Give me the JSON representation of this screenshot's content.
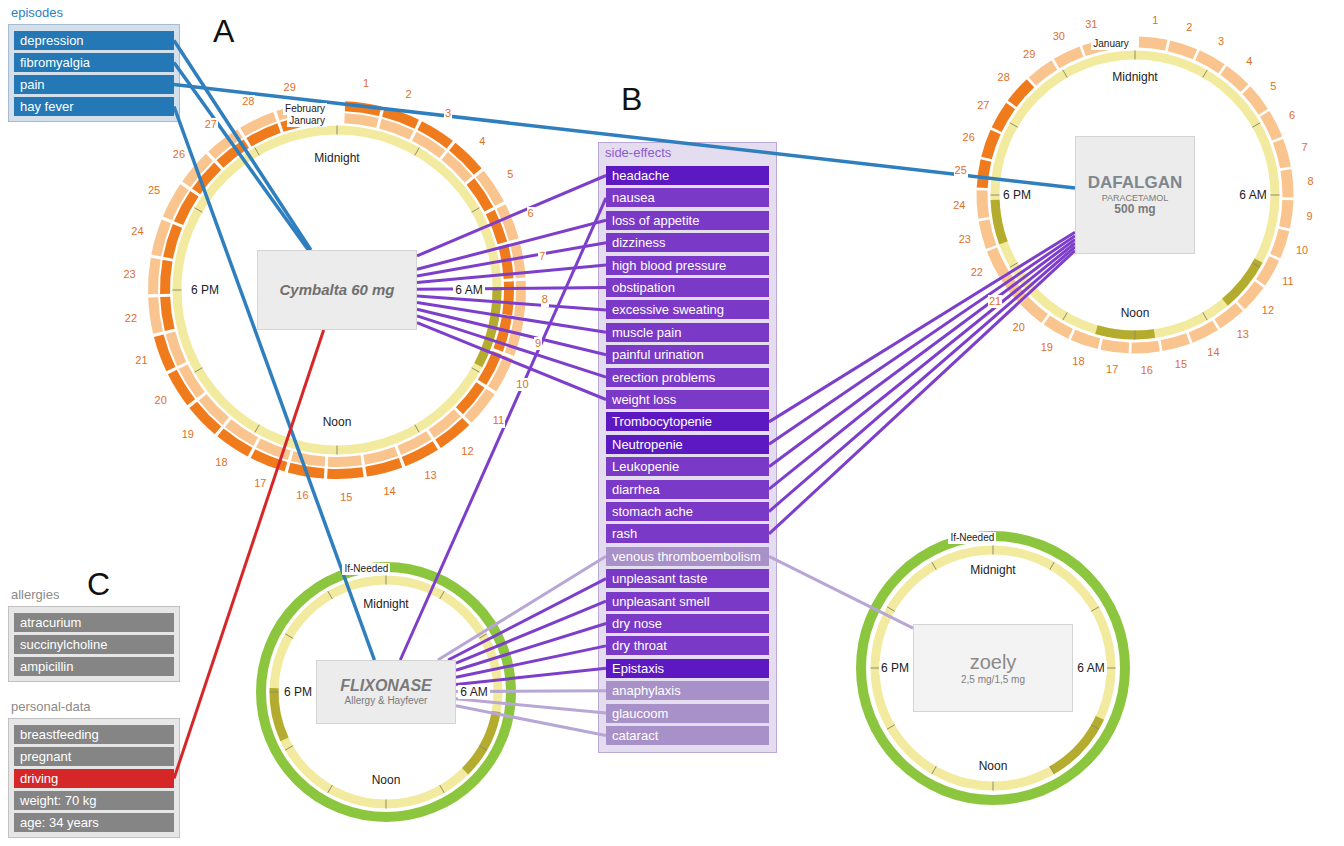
{
  "diagram": {
    "nodes": [
      {
        "text": [
          "episodes"
        ]
      },
      {
        "text": [
          "depression"
        ],
        "in": 0
      },
      {
        "text": [
          "fibromyalgia"
        ],
        "in": 0
      },
      {
        "text": [
          "pain"
        ],
        "in": 0
      },
      {
        "text": [
          "hay fever"
        ],
        "in": 0
      },
      {
        "text": [
          "February",
          "January",
          "Midnight",
          "6 AM",
          "Noon",
          "6 PM"
        ]
      },
      {
        "text": [
          "Cymbalta 60 mg"
        ],
        "in": 5
      },
      {
        "text": [
          "side-effects"
        ]
      },
      {
        "text": [
          "headache"
        ],
        "in": 7
      },
      {
        "text": [
          "nausea"
        ],
        "in": 7
      },
      {
        "text": [
          "loss of appetite"
        ],
        "in": 7
      },
      {
        "text": [
          "dizziness"
        ],
        "in": 7
      },
      {
        "text": [
          "high blood pressure"
        ],
        "in": 7
      },
      {
        "text": [
          "obstipation"
        ],
        "in": 7
      },
      {
        "text": [
          "excessive sweating"
        ],
        "in": 7
      },
      {
        "text": [
          "muscle pain"
        ],
        "in": 7
      },
      {
        "text": [
          "painful urination"
        ],
        "in": 7
      },
      {
        "text": [
          "erection problems"
        ],
        "in": 7
      },
      {
        "text": [
          "weight loss"
        ],
        "in": 7
      },
      {
        "text": [
          "Trombocytopenie"
        ],
        "in": 7
      },
      {
        "text": [
          "Neutropenie"
        ],
        "in": 7
      },
      {
        "text": [
          "Leukopenie"
        ],
        "in": 7
      },
      {
        "text": [
          "diarrhea"
        ],
        "in": 7
      },
      {
        "text": [
          "stomach ache"
        ],
        "in": 7
      },
      {
        "text": [
          "rash"
        ],
        "in": 7
      },
      {
        "text": [
          "venous thromboembolism"
        ],
        "in": 7
      },
      {
        "text": [
          "unpleasant taste"
        ],
        "in": 7
      },
      {
        "text": [
          "unpleasant smell"
        ],
        "in": 7
      },
      {
        "text": [
          "dry nose"
        ],
        "in": 7
      },
      {
        "text": [
          "dry throat"
        ],
        "in": 7
      },
      {
        "text": [
          "Epistaxis"
        ],
        "in": 7
      },
      {
        "text": [
          "anaphylaxis"
        ],
        "in": 7
      },
      {
        "text": [
          "glaucoom"
        ],
        "in": 7
      },
      {
        "text": [
          "cataract"
        ],
        "in": 7
      },
      {
        "text": [
          "January",
          "Midnight",
          "6 AM",
          "Noon",
          "6 PM"
        ]
      },
      {
        "text": [
          "DAFALGAN",
          "PARACETAMOL",
          "500 mg"
        ],
        "in": 34
      },
      {
        "text": [
          "If-Needed",
          "Midnight",
          "6 AM",
          "Noon",
          "6 PM"
        ]
      },
      {
        "text": [
          "FLIXONASE",
          "Allergy & Hayfever"
        ],
        "in": 36
      },
      {
        "text": [
          "If-Needed",
          "Midnight",
          "6 AM",
          "Noon",
          "6 PM"
        ]
      },
      {
        "text": [
          "zoely",
          "2,5 mg/1,5 mg"
        ],
        "in": 38
      },
      {
        "text": [
          "allergies"
        ]
      },
      {
        "text": [
          "atracurium"
        ],
        "in": 40
      },
      {
        "text": [
          "succinylcholine"
        ],
        "in": 40
      },
      {
        "text": [
          "ampicillin"
        ],
        "in": 40
      },
      {
        "text": [
          "personal-data"
        ]
      },
      {
        "text": [
          "breastfeeding"
        ],
        "in": 44
      },
      {
        "text": [
          "pregnant"
        ],
        "in": 44
      },
      {
        "text": [
          "driving"
        ],
        "in": 44
      },
      {
        "text": [
          "weight: 70 kg"
        ],
        "in": 44
      },
      {
        "text": [
          "age: 34 years"
        ],
        "in": 44
      }
    ],
    "edges": [
      {
        "from": 1,
        "to": 6,
        "arrow": "none"
      },
      {
        "from": 2,
        "to": 6,
        "arrow": "none"
      },
      {
        "from": 3,
        "to": 35,
        "arrow": "none"
      },
      {
        "from": 4,
        "to": 37,
        "arrow": "none"
      },
      {
        "from": 47,
        "to": 6,
        "arrow": "none"
      },
      {
        "from": 6,
        "to": 8,
        "arrow": "none"
      },
      {
        "from": 6,
        "to": 10,
        "arrow": "none"
      },
      {
        "from": 6,
        "to": 11,
        "arrow": "none"
      },
      {
        "from": 6,
        "to": 12,
        "arrow": "none"
      },
      {
        "from": 6,
        "to": 13,
        "arrow": "none"
      },
      {
        "from": 6,
        "to": 14,
        "arrow": "none"
      },
      {
        "from": 6,
        "to": 15,
        "arrow": "none"
      },
      {
        "from": 6,
        "to": 16,
        "arrow": "none"
      },
      {
        "from": 6,
        "to": 17,
        "arrow": "none"
      },
      {
        "from": 6,
        "to": 18,
        "arrow": "none"
      },
      {
        "from": 35,
        "to": 19,
        "arrow": "none"
      },
      {
        "from": 35,
        "to": 20,
        "arrow": "none"
      },
      {
        "from": 35,
        "to": 21,
        "arrow": "none"
      },
      {
        "from": 35,
        "to": 22,
        "arrow": "none"
      },
      {
        "from": 35,
        "to": 23,
        "arrow": "none"
      },
      {
        "from": 35,
        "to": 24,
        "arrow": "none"
      },
      {
        "from": 37,
        "to": 9,
        "arrow": "none"
      },
      {
        "from": 37,
        "to": 25,
        "arrow": "none"
      },
      {
        "from": 37,
        "to": 26,
        "arrow": "none"
      },
      {
        "from": 37,
        "to": 27,
        "arrow": "none"
      },
      {
        "from": 37,
        "to": 28,
        "arrow": "none"
      },
      {
        "from": 37,
        "to": 29,
        "arrow": "none"
      },
      {
        "from": 37,
        "to": 30,
        "arrow": "none"
      },
      {
        "from": 37,
        "to": 31,
        "arrow": "none"
      },
      {
        "from": 37,
        "to": 32,
        "arrow": "none"
      },
      {
        "from": 37,
        "to": 33,
        "arrow": "none"
      },
      {
        "from": 39,
        "to": 25,
        "arrow": "none"
      }
    ],
    "labels": [
      "A",
      "B",
      "C",
      "1",
      "2",
      "3",
      "4",
      "5",
      "6",
      "7",
      "8",
      "9",
      "10",
      "11",
      "12",
      "13",
      "14",
      "15",
      "16",
      "17",
      "18",
      "19",
      "20",
      "21",
      "22",
      "23",
      "24",
      "25",
      "26",
      "27",
      "28",
      "29",
      "1",
      "2",
      "3",
      "4",
      "5",
      "6",
      "7",
      "8",
      "9",
      "10",
      "11",
      "12",
      "13",
      "14",
      "15",
      "16",
      "17",
      "18",
      "19",
      "20",
      "21",
      "22",
      "23",
      "24",
      "25",
      "26",
      "27",
      "28",
      "29",
      "30",
      "31"
    ]
  }
}
